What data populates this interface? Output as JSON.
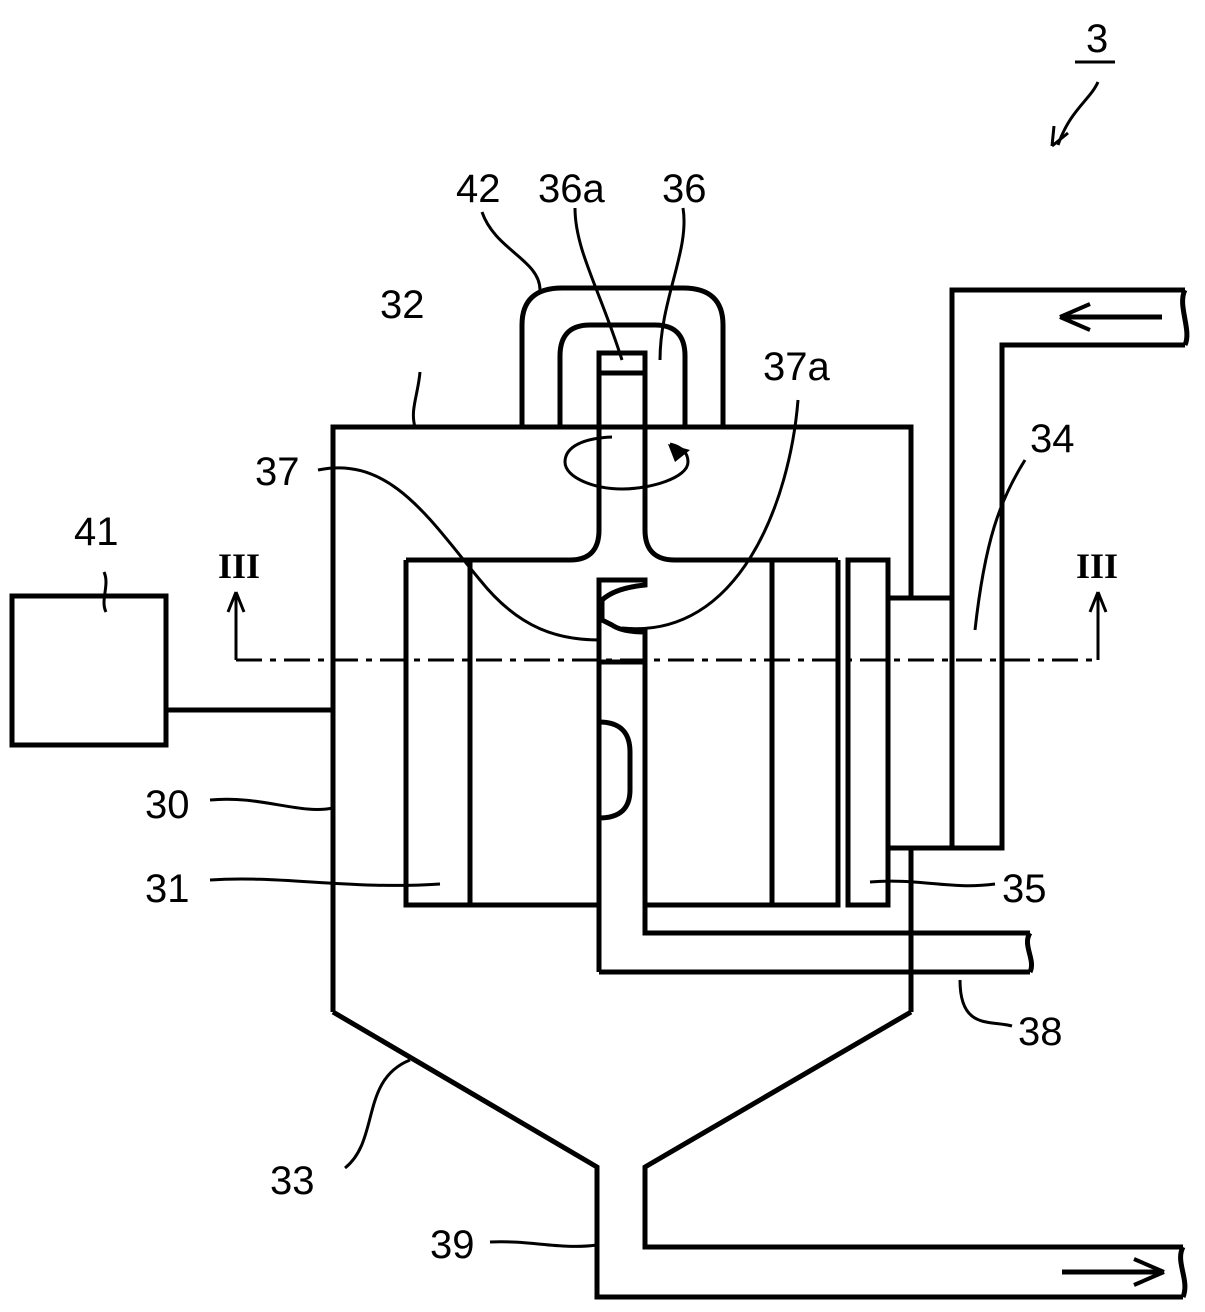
{
  "figure": {
    "reference_numeral": "3",
    "section_mark_left": "III",
    "section_mark_right": "III",
    "labels": {
      "l30": "30",
      "l31": "31",
      "l32": "32",
      "l33": "33",
      "l34": "34",
      "l35": "35",
      "l36": "36",
      "l36a": "36a",
      "l37": "37",
      "l37a": "37a",
      "l38": "38",
      "l39": "39",
      "l41": "41",
      "l42": "42"
    }
  }
}
